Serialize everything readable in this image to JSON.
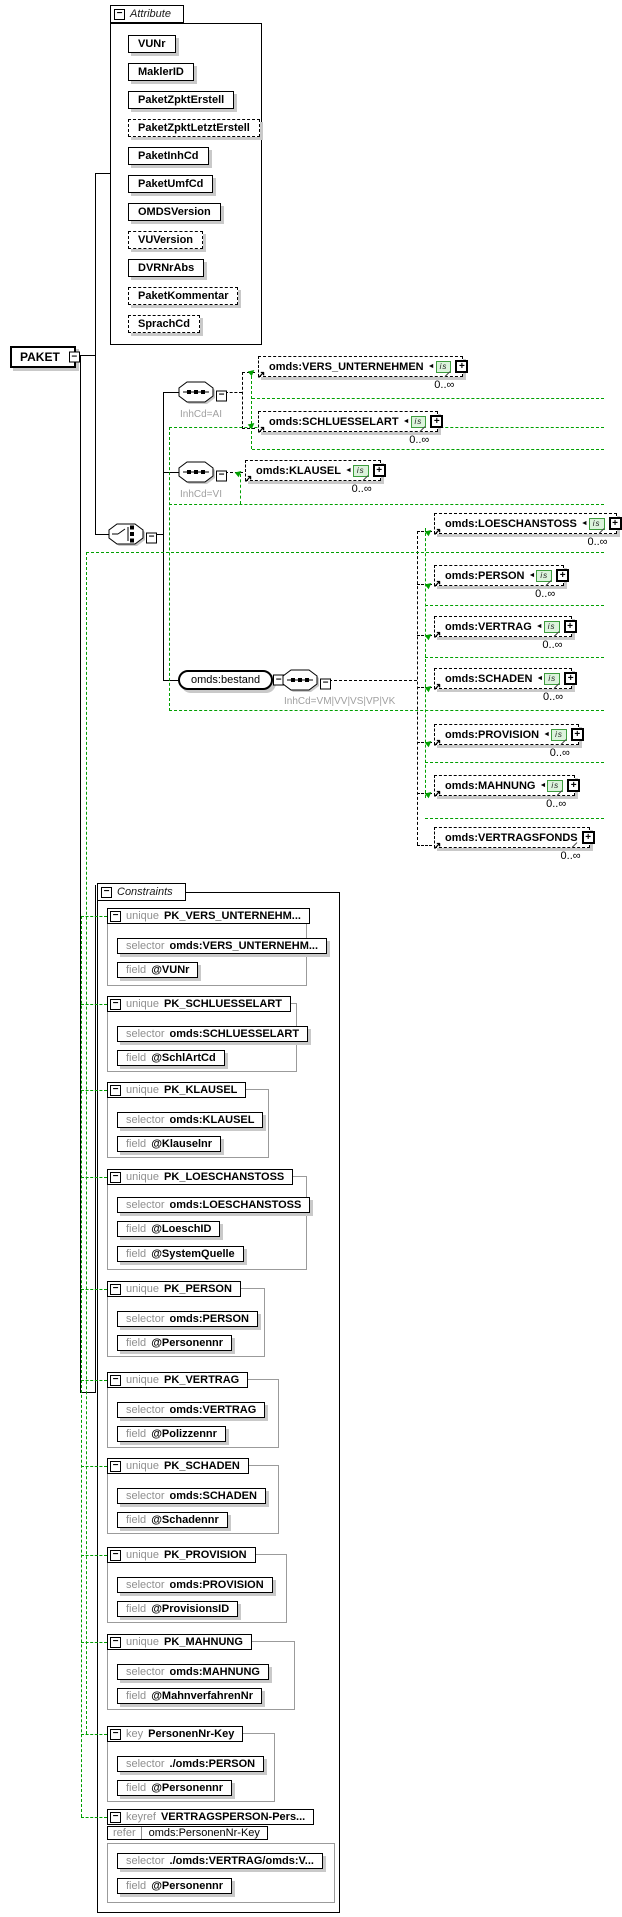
{
  "root": {
    "name": "PAKET"
  },
  "attributes_panel": {
    "title": "Attribute",
    "items": [
      {
        "name": "VUNr",
        "optional": false
      },
      {
        "name": "MaklerID",
        "optional": false
      },
      {
        "name": "PaketZpktErstell",
        "optional": false
      },
      {
        "name": "PaketZpktLetztErstell",
        "optional": true
      },
      {
        "name": "PaketInhCd",
        "optional": false
      },
      {
        "name": "PaketUmfCd",
        "optional": false
      },
      {
        "name": "OMDSVersion",
        "optional": false
      },
      {
        "name": "VUVersion",
        "optional": true
      },
      {
        "name": "DVRNrAbs",
        "optional": false
      },
      {
        "name": "PaketKommentar",
        "optional": true
      },
      {
        "name": "SprachCd",
        "optional": true
      }
    ]
  },
  "content": {
    "ai": {
      "condition": "InhCd=AI",
      "elements": [
        {
          "name": "omds:VERS_UNTERNEHMEN",
          "occurrence": "0..∞",
          "badge": "is"
        },
        {
          "name": "omds:SCHLUESSELART",
          "occurrence": "0..∞",
          "badge": "is"
        }
      ]
    },
    "vi": {
      "condition": "InhCd=VI",
      "elements": [
        {
          "name": "omds:KLAUSEL",
          "occurrence": "0..∞",
          "badge": "is"
        }
      ]
    },
    "bestand": {
      "name": "omds:bestand",
      "condition": "InhCd=VM|VV|VS|VP|VK",
      "elements": [
        {
          "name": "omds:LOESCHANSTOSS",
          "occurrence": "0..∞",
          "badge": "is"
        },
        {
          "name": "omds:PERSON",
          "occurrence": "0..∞",
          "badge": "is"
        },
        {
          "name": "omds:VERTRAG",
          "occurrence": "0..∞",
          "badge": "is"
        },
        {
          "name": "omds:SCHADEN",
          "occurrence": "0..∞",
          "badge": "is"
        },
        {
          "name": "omds:PROVISION",
          "occurrence": "0..∞",
          "badge": "is"
        },
        {
          "name": "omds:MAHNUNG",
          "occurrence": "0..∞",
          "badge": "is"
        },
        {
          "name": "omds:VERTRAGSFONDS",
          "occurrence": "0..∞"
        }
      ]
    }
  },
  "constraints": {
    "title": "Constraints",
    "labels": {
      "selector": "selector",
      "field": "field",
      "refer": "refer"
    },
    "groups": [
      {
        "kind": "unique",
        "name": "PK_VERS_UNTERNEHM...",
        "selector": "omds:VERS_UNTERNEHM...",
        "fields": [
          "@VUNr"
        ]
      },
      {
        "kind": "unique",
        "name": "PK_SCHLUESSELART",
        "selector": "omds:SCHLUESSELART",
        "fields": [
          "@SchlArtCd"
        ]
      },
      {
        "kind": "unique",
        "name": "PK_KLAUSEL",
        "selector": "omds:KLAUSEL",
        "fields": [
          "@Klauselnr"
        ]
      },
      {
        "kind": "unique",
        "name": "PK_LOESCHANSTOSS",
        "selector": "omds:LOESCHANSTOSS",
        "fields": [
          "@LoeschID",
          "@SystemQuelle"
        ]
      },
      {
        "kind": "unique",
        "name": "PK_PERSON",
        "selector": "omds:PERSON",
        "fields": [
          "@Personennr"
        ]
      },
      {
        "kind": "unique",
        "name": "PK_VERTRAG",
        "selector": "omds:VERTRAG",
        "fields": [
          "@Polizzennr"
        ]
      },
      {
        "kind": "unique",
        "name": "PK_SCHADEN",
        "selector": "omds:SCHADEN",
        "fields": [
          "@Schadennr"
        ]
      },
      {
        "kind": "unique",
        "name": "PK_PROVISION",
        "selector": "omds:PROVISION",
        "fields": [
          "@ProvisionsID"
        ]
      },
      {
        "kind": "unique",
        "name": "PK_MAHNUNG",
        "selector": "omds:MAHNUNG",
        "fields": [
          "@MahnverfahrenNr"
        ]
      },
      {
        "kind": "key",
        "name": "PersonenNr-Key",
        "selector": "./omds:PERSON",
        "fields": [
          "@Personennr"
        ]
      },
      {
        "kind": "keyref",
        "name": "VERTRAGSPERSON-Pers...",
        "refer": "omds:PersonenNr-Key",
        "selector": "./omds:VERTRAG/omds:V...",
        "fields": [
          "@Personennr"
        ]
      }
    ]
  },
  "colors": {
    "constraint_link": "#00a000",
    "badge_bg": "#dcf3dc",
    "badge_border": "#3c9c3c",
    "shadow": "#c9c9c9",
    "muted": "#8f8f8f"
  }
}
